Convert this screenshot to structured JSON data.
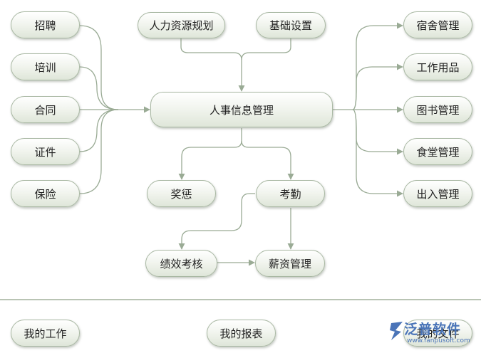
{
  "center": "人事信息管理",
  "top": [
    "人力资源规划",
    "基础设置"
  ],
  "left": [
    "招聘",
    "培训",
    "合同",
    "证件",
    "保险"
  ],
  "right": [
    "宿舍管理",
    "工作用品",
    "图书管理",
    "食堂管理",
    "出入管理"
  ],
  "lower": {
    "reward": "奖惩",
    "attendance": "考勤",
    "performance": "绩效考核",
    "salary": "薪资管理"
  },
  "bottom": [
    "我的工作",
    "我的报表",
    "我的文件"
  ],
  "watermark": {
    "brand": "泛普软件",
    "url": "www.fanpusoft.com"
  },
  "colors": {
    "line": "#9aab95",
    "border": "#a9b8a3",
    "watermark": "#4a74b8"
  }
}
